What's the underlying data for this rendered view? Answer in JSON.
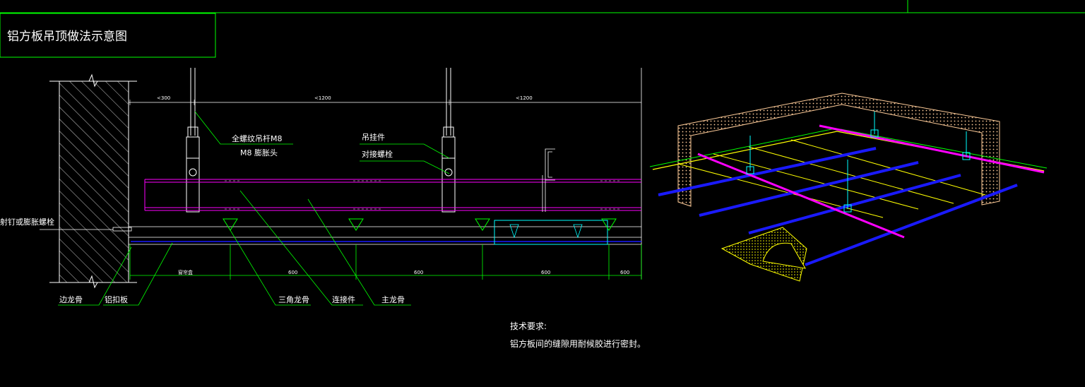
{
  "title": "铝方板吊顶做法示意图",
  "labels": {
    "hanger_rod": "全螺纹吊杆M8",
    "expansion_head": "M8 膨胀头",
    "hanger_piece": "吊挂件",
    "connecting_bolt": "对接螺栓",
    "wall_anchor": "射钉或膨胀螺栓",
    "edge_keel": "边龙骨",
    "panel": "铝扣板",
    "tri_keel": "三角龙骨",
    "connector": "连接件",
    "main_keel": "主龙骨"
  },
  "dimensions": {
    "top": [
      "<300",
      "<1200",
      "<1200"
    ],
    "bottom": [
      "窗帘盒",
      "600",
      "600",
      "600",
      "600"
    ]
  },
  "notes": {
    "heading": "技术要求:",
    "body": "铝方板间的缝隙用耐候胶进行密封。"
  },
  "colors": {
    "line": "#00ff00",
    "main_keel": "#ff00ff",
    "cyan": "#00ffff",
    "blue": "#1a1aff",
    "yellow": "#ffff00",
    "wall": "#ffcc99",
    "white": "#ffffff"
  }
}
